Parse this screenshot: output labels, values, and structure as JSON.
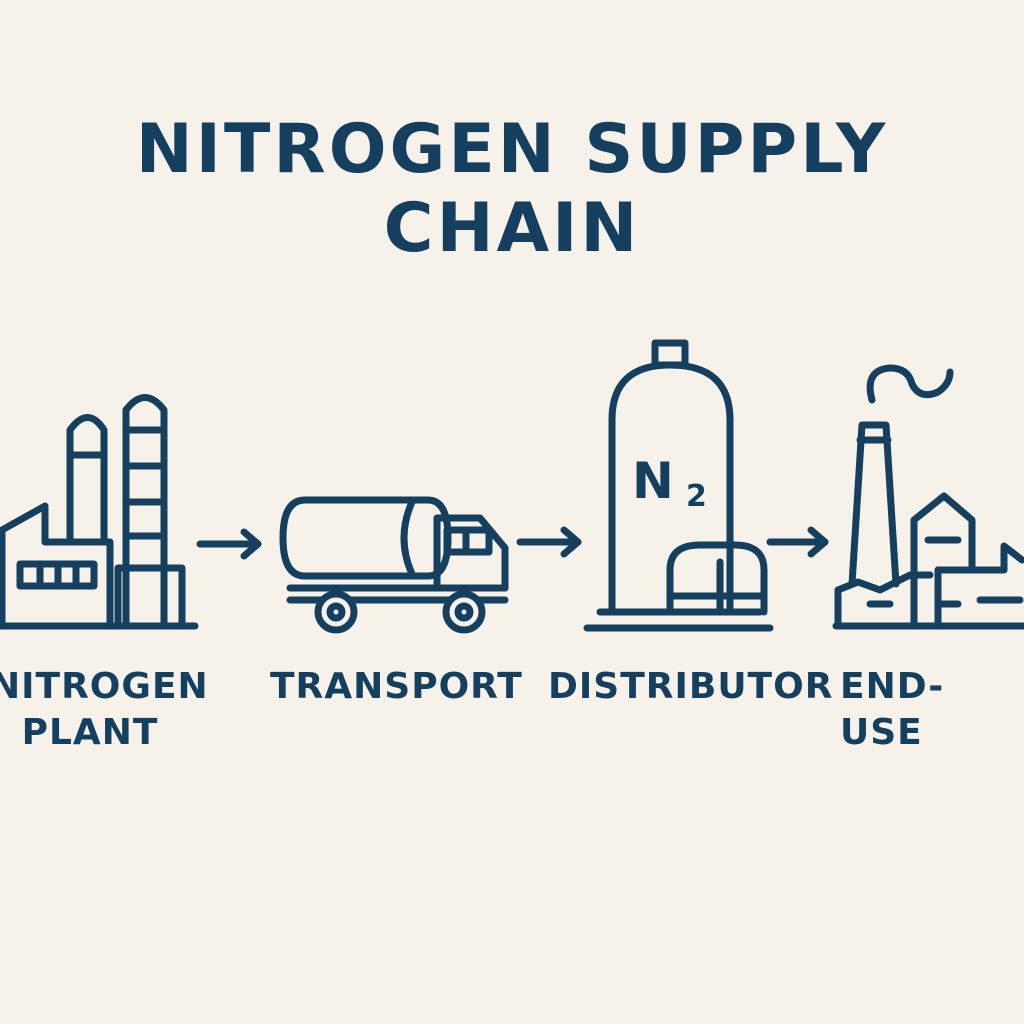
{
  "title": "NITROGEN SUPPLY CHAIN",
  "accent_color": "#143f5e",
  "background_color": "#f6f2ea",
  "steps": [
    {
      "icon": "factory-icon",
      "label_lines": [
        "NITROGEN",
        "PLANT"
      ]
    },
    {
      "icon": "tanker-truck-icon",
      "label_lines": [
        "TRANSPORT"
      ]
    },
    {
      "icon": "gas-tank-icon",
      "label_lines": [
        "DISTRIBUTOR"
      ],
      "tank_text": "N",
      "tank_subscript": "2"
    },
    {
      "icon": "industrial-plant-icon",
      "label_lines": [
        "END-USE"
      ]
    }
  ],
  "arrows": [
    "arrow-right-icon",
    "arrow-right-icon",
    "arrow-right-icon"
  ]
}
